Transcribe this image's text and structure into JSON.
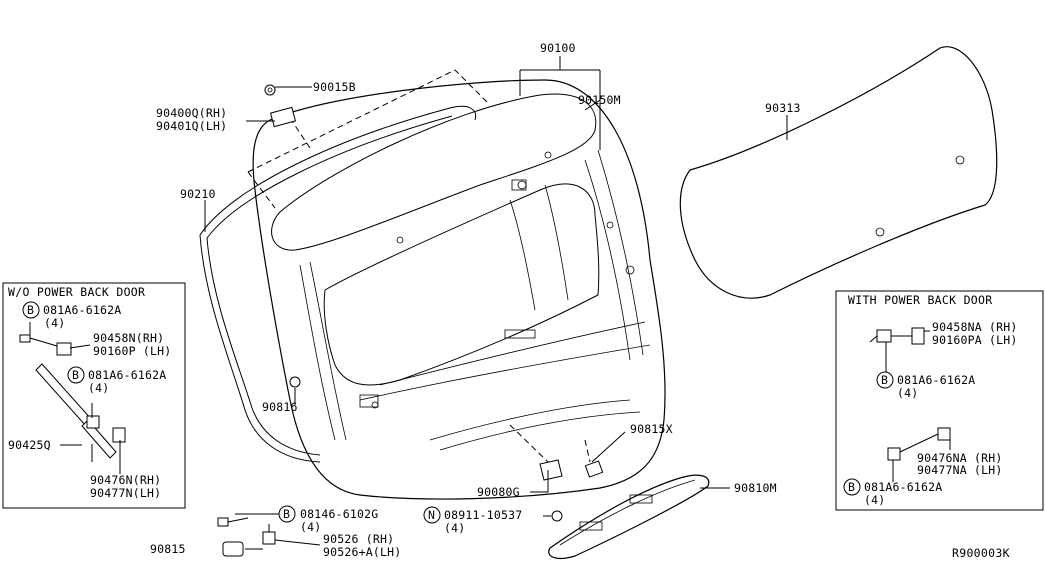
{
  "diagram_id": "R900003K",
  "inset_left_title": "W/O POWER BACK DOOR",
  "inset_right_title": "WITH POWER BACK DOOR",
  "callouts": {
    "p90100": "90100",
    "p90150M": "90150M",
    "p90015B": "90015B",
    "p90400Q": "90400Q(RH)",
    "p90401Q": "90401Q(LH)",
    "p90313": "90313",
    "p90210": "90210",
    "p90816": "90816",
    "p90815X": "90815X",
    "p90080G": "90080G",
    "p90810M": "90810M",
    "p90815": "90815",
    "p90526": "90526  (RH)",
    "p90526A": "90526+A(LH)",
    "p08146": "08146-6102G",
    "p08146_qty": "(4)",
    "p08911": "08911-10537",
    "p08911_qty": "(4)",
    "l_081A6_a": "081A6-6162A",
    "l_081A6_a_qty": "(4)",
    "l_90458N": "90458N(RH)",
    "l_90160P": "90160P (LH)",
    "l_081A6_b": "081A6-6162A",
    "l_081A6_b_qty": "(4)",
    "l_90425Q": "90425Q",
    "l_90476N": "90476N(RH)",
    "l_90477N": "90477N(LH)",
    "r_90458NA": "90458NA (RH)",
    "r_90160PA": "90160PA (LH)",
    "r_081A6_a": "081A6-6162A",
    "r_081A6_a_qty": "(4)",
    "r_90476NA": "90476NA (RH)",
    "r_90477NA": "90477NA (LH)",
    "r_081A6_b": "081A6-6162A",
    "r_081A6_b_qty": "(4)"
  },
  "symbols": {
    "bolt": "B",
    "nut": "N"
  }
}
